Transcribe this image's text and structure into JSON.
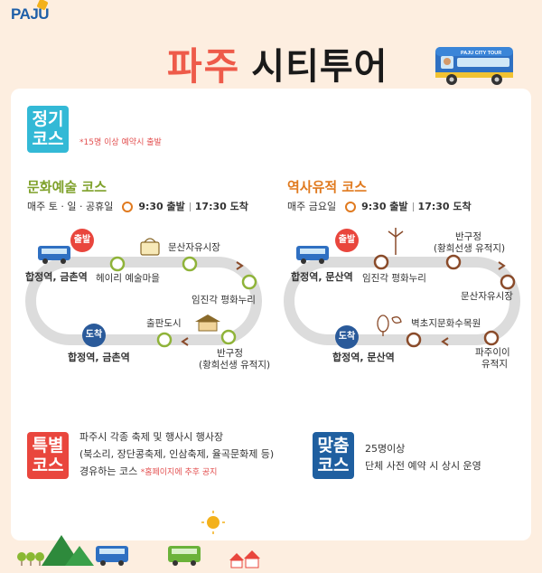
{
  "brand": {
    "logo": "PAJU"
  },
  "header": {
    "title_part1": "파주",
    "title_part2": "시티투어",
    "bus_sign": "PAJU CITY TOUR"
  },
  "regular": {
    "badge_line1": "정기",
    "badge_line2": "코스",
    "note": "*15명 이상 예약시 출발",
    "culture": {
      "title": "문화예술 코스",
      "days": "매주 토 · 일 · 공휴일",
      "depart": "9:30 출발",
      "arrive": "17:30 도착",
      "start_pin": "출발",
      "end_pin": "도착",
      "start_station": "합정역, 금촌역",
      "end_station": "합정역, 금촌역",
      "stops": [
        "헤이리 예술마을",
        "문산자유시장",
        "임진각 평화누리",
        "반구정",
        "(황희선생 유적지)",
        "출판도시"
      ]
    },
    "history": {
      "title": "역사유적 코스",
      "days": "매주 금요일",
      "depart": "9:30 출발",
      "arrive": "17:30 도착",
      "start_pin": "출발",
      "end_pin": "도착",
      "start_station": "합정역, 문산역",
      "end_station": "합정역, 문산역",
      "stops": [
        "임진각 평화누리",
        "반구정",
        "(황희선생 유적지)",
        "문산자유시장",
        "파주이이",
        "유적지",
        "벽초지문화수목원"
      ]
    }
  },
  "special": {
    "badge_line1": "특별",
    "badge_line2": "코스",
    "line1": "파주시 각종 축제 및 행사시 행사장",
    "line2": "(북소리, 장단콩축제, 인삼축제, 율곡문화제 등)",
    "line3": "경유하는 코스",
    "note": "*홈페이지에 추후 공지"
  },
  "custom": {
    "badge_line1": "맞춤",
    "badge_line2": "코스",
    "line1": "25명이상",
    "line2": "단체 사전 예약 시 상시 운영"
  },
  "colors": {
    "cyan": "#33b9d6",
    "red": "#e9463d",
    "green_course": "#7fa12b",
    "orange_title": "#e07a1f",
    "brown": "#8a4b2a",
    "navy": "#2a5a9a"
  }
}
